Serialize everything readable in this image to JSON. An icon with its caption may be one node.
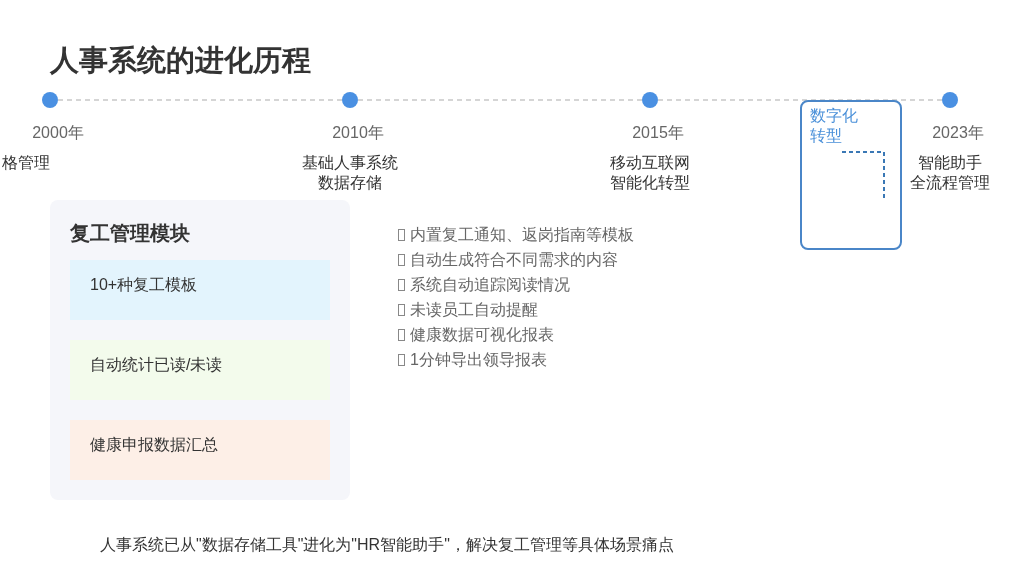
{
  "diagram": {
    "title": "人事系统的进化历程",
    "caption": "人事系统已从\"数据存储工具\"进化为\"HR智能助手\"，解决复工管理等具体场景痛点",
    "nodes": [
      {
        "text": [],
        "shape": "circle",
        "beside": [
          "2000年",
          "格管理"
        ]
      },
      {
        "text": [],
        "shape": "circle",
        "beside": [
          "2010年",
          "基础人事系统",
          "数据存储"
        ]
      },
      {
        "text": [],
        "shape": "circle",
        "beside": [
          "2015年",
          "移动互联网",
          "智能化转型"
        ]
      },
      {
        "text": [],
        "shape": "circle",
        "beside": [
          "2023年",
          "智能助手",
          "全流程管理"
        ]
      },
      {
        "text": [
          "数字化转型"
        ]
      },
      {
        "text": [
          "复工管理模块"
        ]
      },
      {
        "text": [
          "10+种复工模板"
        ],
        "in": 5
      },
      {
        "text": [
          "自动统计已读/未读"
        ],
        "in": 5
      },
      {
        "text": [
          "健康申报数据汇总"
        ],
        "in": 5
      }
    ],
    "edges": [
      {
        "from": 0,
        "to": 1,
        "arrow": "none",
        "style": "dashed"
      },
      {
        "from": 1,
        "to": 2,
        "arrow": "none",
        "style": "dashed"
      },
      {
        "from": 2,
        "to": 3,
        "arrow": "none",
        "style": "dashed"
      }
    ],
    "labels": [
      "内置复工通知、返岗指南等模板",
      "自动生成符合不同需求的内容",
      "系统自动追踪阅读情况",
      "未读员工自动提醒",
      "健康数据可视化报表",
      "1分钟导出领导报表"
    ]
  }
}
